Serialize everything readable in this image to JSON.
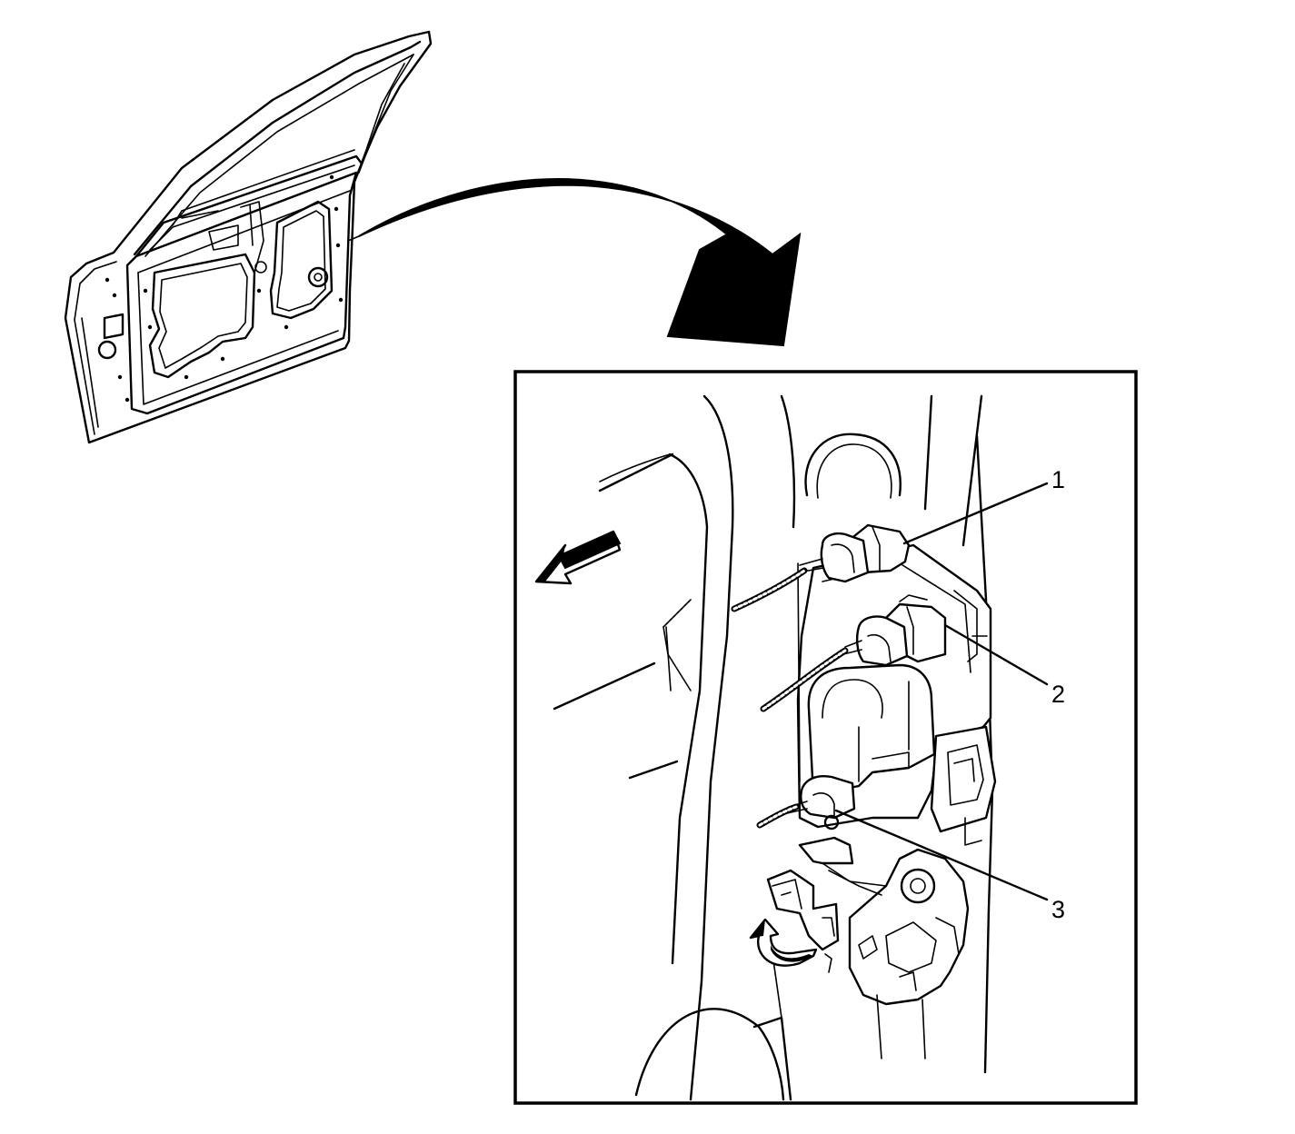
{
  "diagram": {
    "callouts": [
      {
        "id": 1,
        "label": "1"
      },
      {
        "id": 2,
        "label": "2"
      },
      {
        "id": 3,
        "label": "3"
      }
    ],
    "colors": {
      "line": "#000000",
      "background": "#ffffff"
    },
    "icons": [
      "door-overview-icon",
      "curved-arrow-icon",
      "direction-arrow-icon",
      "rotation-arrow-icon"
    ]
  }
}
